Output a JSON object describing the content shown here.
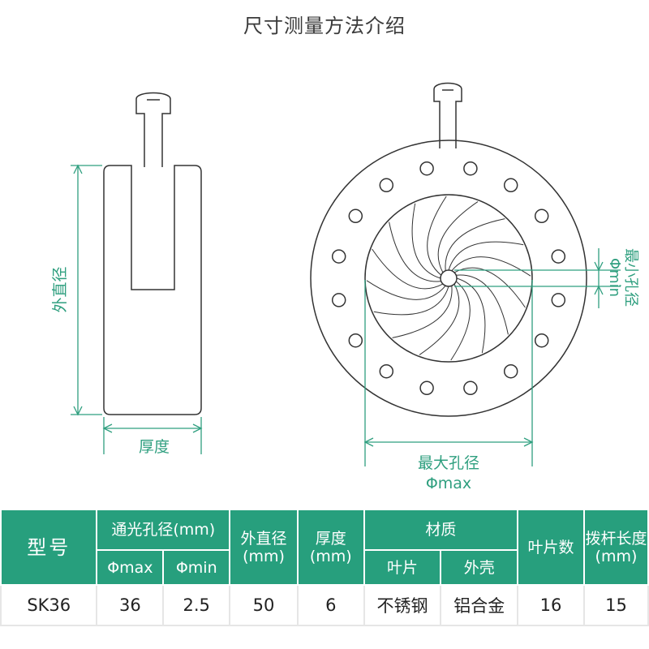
{
  "title": "尺寸测量方法介绍",
  "colors": {
    "accent": "#2f9f7f",
    "header_bg": "#279f7d",
    "line": "#333333"
  },
  "diagram": {
    "side_view": {
      "outer_diameter_label": "外直径",
      "thickness_label": "厚度"
    },
    "front_view": {
      "min_aperture_label": "最小孔径",
      "min_aperture_symbol": "Φmin",
      "max_aperture_label": "最大孔径",
      "max_aperture_symbol": "Φmax"
    }
  },
  "table": {
    "headers": {
      "model": "型号",
      "aperture": "通光孔径(mm)",
      "phi_max": "Φmax",
      "phi_min": "Φmin",
      "outer_diameter_line1": "外直径",
      "outer_diameter_line2": "(mm)",
      "thickness_line1": "厚度",
      "thickness_line2": "(mm)",
      "material": "材质",
      "blade": "叶片",
      "shell": "外壳",
      "blade_count": "叶片数",
      "lever_length_line1": "拨杆长度",
      "lever_length_line2": "(mm)"
    },
    "row": {
      "model": "SK36",
      "phi_max": "36",
      "phi_min": "2.5",
      "outer_diameter": "50",
      "thickness": "6",
      "blade_material": "不锈钢",
      "shell_material": "铝合金",
      "blade_count": "16",
      "lever_length": "15"
    }
  }
}
